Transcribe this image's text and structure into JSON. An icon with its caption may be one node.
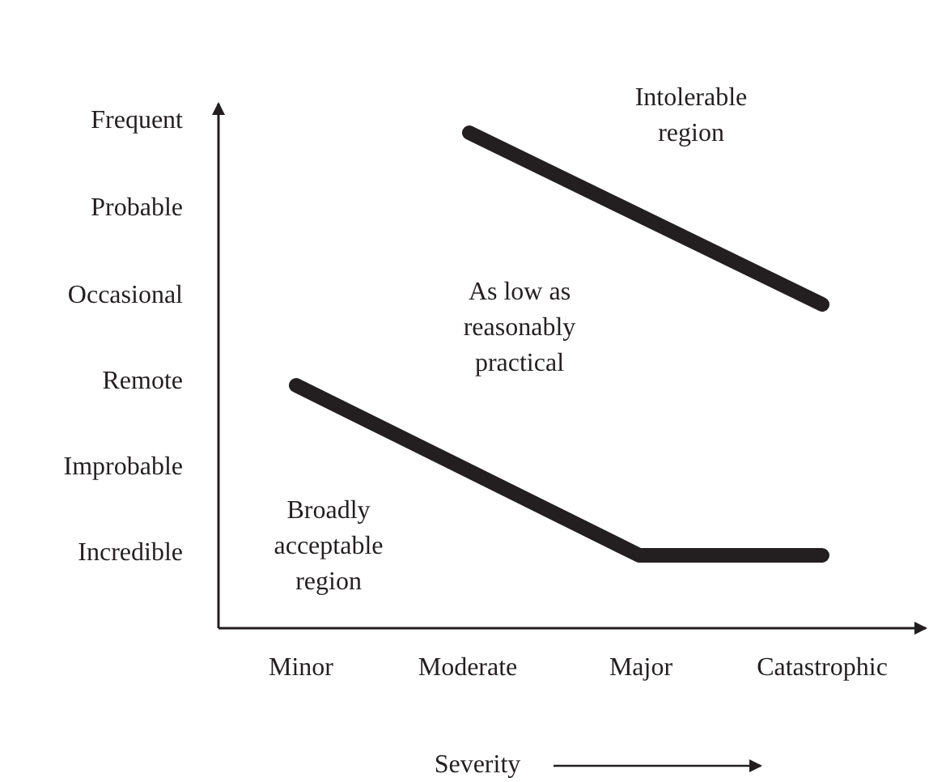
{
  "diagram": {
    "labels": [
      "Intolerable region",
      "Frequent",
      "Probable",
      "Occasional",
      "As low as reasonably practical",
      "Remote",
      "Improbable",
      "Broadly acceptable region",
      "Incredible",
      "Minor",
      "Moderate",
      "Major",
      "Catastrophic",
      "Severity"
    ]
  }
}
